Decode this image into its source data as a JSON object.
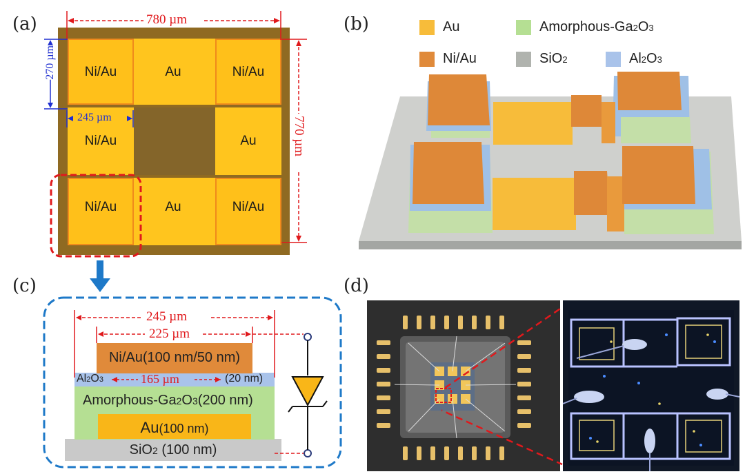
{
  "panels": {
    "a": {
      "label": "(a)",
      "width_dim": "780 µm",
      "height_dim": "770 µm",
      "pad_height_dim": "270 µm",
      "pad_width_dim": "245 µm",
      "pads": [
        {
          "id": "tl",
          "text": "Ni/Au"
        },
        {
          "id": "tm",
          "text": "Au"
        },
        {
          "id": "tr",
          "text": "Ni/Au"
        },
        {
          "id": "ml",
          "text": "Ni/Au"
        },
        {
          "id": "mr",
          "text": "Au"
        },
        {
          "id": "bl",
          "text": "Ni/Au"
        },
        {
          "id": "bm",
          "text": "Au"
        },
        {
          "id": "br",
          "text": "Ni/Au"
        }
      ]
    },
    "b": {
      "label": "(b)",
      "legend": [
        {
          "name": "Au",
          "color": "#f7bc3a"
        },
        {
          "name": "Amorphous-Ga",
          "sub": "2",
          "mid": "O",
          "sub2": "3",
          "color": "#b5df93"
        },
        {
          "name": "Ni/Au",
          "color": "#e08a3a"
        },
        {
          "name": "SiO",
          "sub": "2",
          "mid": "",
          "sub2": "",
          "color": "#b0b3ae"
        },
        {
          "name": "Al",
          "sub": "2",
          "mid": "O",
          "sub2": "3",
          "color": "#a9c3ea"
        }
      ]
    },
    "c": {
      "label": "(c)",
      "dim_outer": "245 µm",
      "dim_mid": "225 µm",
      "dim_inner": "165 µm",
      "layers": {
        "niau": "Ni/Au(100 nm/50 nm)",
        "al2o3_a": "Al",
        "al2o3_sub": "2",
        "al2o3_b": "O",
        "al2o3_sub2": "3",
        "al2o3_thick": "(20 nm)",
        "ga_a": "Amorphous-Ga",
        "ga_sub": "2",
        "ga_b": "O",
        "ga_sub2": "3",
        "ga_thick": "(200 nm)",
        "au_a": "Au",
        "au_thick": "(100 nm)",
        "sio2_a": "SiO",
        "sio2_sub": "2",
        "sio2_thick": " (100 nm)"
      },
      "colors": {
        "niau": "#e08a3a",
        "al2o3": "#a9c3ea",
        "ga": "#b5df93",
        "au": "#f9b618",
        "sio2": "#c9c9c9"
      }
    },
    "d": {
      "label": "(d)"
    }
  },
  "colors": {
    "dim_red": "#e0191c",
    "dim_blue": "#1f2fd0",
    "frame_blue": "#1e79c8",
    "arrow_blue": "#1e79c8"
  }
}
